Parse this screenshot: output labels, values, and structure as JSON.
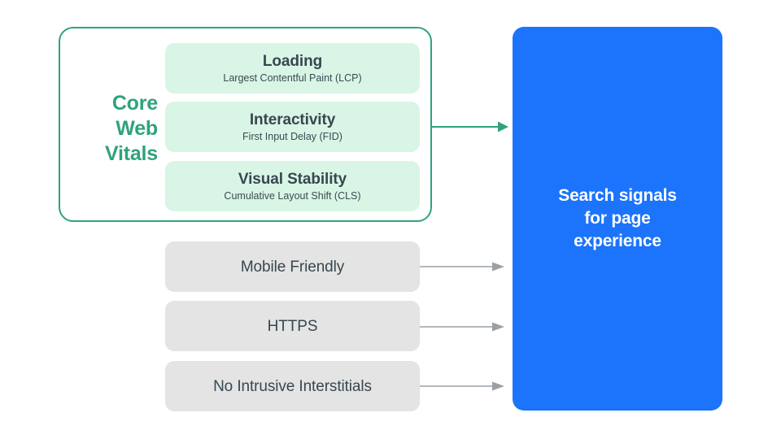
{
  "diagram": {
    "title": "Search signals for page experience",
    "colors": {
      "green_accent": "#2FA37C",
      "green_box_fill": "#D9F5E6",
      "gray_box_fill": "#E4E4E4",
      "blue_panel": "#1B74FB",
      "text_dark": "#37474F",
      "arrow_gray": "#9AA0A6",
      "background": "#FFFFFF"
    },
    "core_web_vitals": {
      "group_label": "Core\nWeb\nVitals",
      "group_label_lines": [
        "Core",
        "Web",
        "Vitals"
      ],
      "metrics": [
        {
          "title": "Loading",
          "subtitle": "Largest Contentful Paint (LCP)"
        },
        {
          "title": "Interactivity",
          "subtitle": "First Input Delay (FID)"
        },
        {
          "title": "Visual Stability",
          "subtitle": "Cumulative Layout Shift (CLS)"
        }
      ]
    },
    "other_signals": [
      {
        "label": "Mobile Friendly"
      },
      {
        "label": "HTTPS"
      },
      {
        "label": "No Intrusive Interstitials"
      }
    ],
    "output_panel": {
      "text": "Search signals\nfor page\nexperience",
      "lines": [
        "Search signals",
        "for page",
        "experience"
      ]
    },
    "arrows": {
      "green_arrow_name": "core-web-vitals-to-output",
      "gray_arrow_names": [
        "mobile-friendly-to-output",
        "https-to-output",
        "no-intrusive-interstitials-to-output"
      ]
    }
  }
}
